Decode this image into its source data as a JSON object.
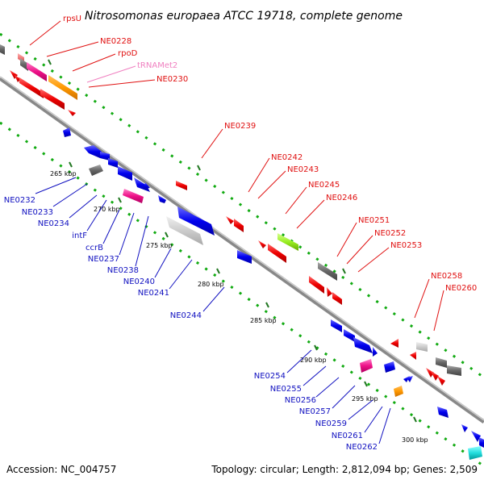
{
  "title": "Nitrosomonas europaea ATCC 19718, complete genome",
  "footer": {
    "accession": "Accession: NC_004757",
    "summary": "Topology: circular; Length: 2,812,094 bp; Genes: 2,509"
  },
  "scale_labels": [
    "265 kbp",
    "270 kbp",
    "275 kbp",
    "280 kbp",
    "285 kbp",
    "290 kbp",
    "295 kbp",
    "300 kbp"
  ],
  "forward_labels": [
    {
      "text": "rpsU",
      "color": "#e01010"
    },
    {
      "text": "NE0228",
      "color": "#e01010"
    },
    {
      "text": "rpoD",
      "color": "#e01010"
    },
    {
      "text": "tRNAMet2",
      "color": "#f080c0"
    },
    {
      "text": "NE0230",
      "color": "#e01010"
    },
    {
      "text": "NE0239",
      "color": "#e01010"
    },
    {
      "text": "NE0242",
      "color": "#e01010"
    },
    {
      "text": "NE0243",
      "color": "#e01010"
    },
    {
      "text": "NE0245",
      "color": "#e01010"
    },
    {
      "text": "NE0246",
      "color": "#e01010"
    },
    {
      "text": "NE0251",
      "color": "#e01010"
    },
    {
      "text": "NE0252",
      "color": "#e01010"
    },
    {
      "text": "NE0253",
      "color": "#e01010"
    },
    {
      "text": "NE0258",
      "color": "#e01010"
    },
    {
      "text": "NE0260",
      "color": "#e01010"
    }
  ],
  "reverse_labels": [
    {
      "text": "NE0232",
      "color": "#1010c0"
    },
    {
      "text": "NE0233",
      "color": "#1010c0"
    },
    {
      "text": "NE0234",
      "color": "#1010c0"
    },
    {
      "text": "intF",
      "color": "#1010c0"
    },
    {
      "text": "ccrB",
      "color": "#1010c0"
    },
    {
      "text": "NE0237",
      "color": "#1010c0"
    },
    {
      "text": "NE0238",
      "color": "#1010c0"
    },
    {
      "text": "NE0240",
      "color": "#1010c0"
    },
    {
      "text": "NE0241",
      "color": "#1010c0"
    },
    {
      "text": "NE0244",
      "color": "#1010c0"
    },
    {
      "text": "NE0254",
      "color": "#1010c0"
    },
    {
      "text": "NE0255",
      "color": "#1010c0"
    },
    {
      "text": "NE0256",
      "color": "#1010c0"
    },
    {
      "text": "NE0257",
      "color": "#1010c0"
    },
    {
      "text": "NE0259",
      "color": "#1010c0"
    },
    {
      "text": "NE0261",
      "color": "#1010c0"
    },
    {
      "text": "NE0262",
      "color": "#1010c0"
    }
  ],
  "colors": {
    "forward_gene": "#ee1111",
    "reverse_gene": "#1111ee",
    "rna_gene": "#ee1188",
    "pseudo_gene": "#777777",
    "dotted_track": "#11aa11",
    "backbone": "#888888"
  }
}
